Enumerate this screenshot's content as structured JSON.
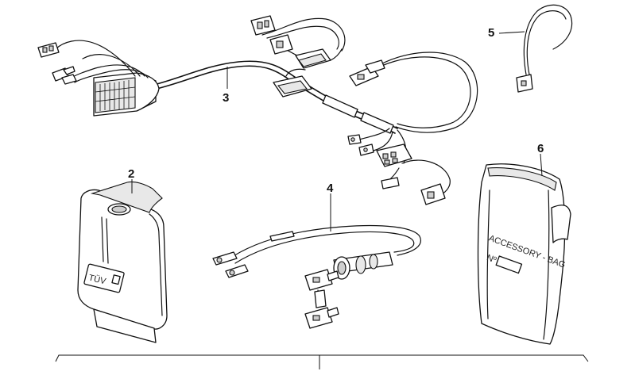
{
  "callouts": {
    "c2": "2",
    "c3": "3",
    "c4": "4",
    "c5": "5",
    "c6": "6"
  },
  "labels": {
    "tuv": "TÜV",
    "bag_line1": "ACCESSORY - BAG",
    "bag_line2": "Nº"
  }
}
